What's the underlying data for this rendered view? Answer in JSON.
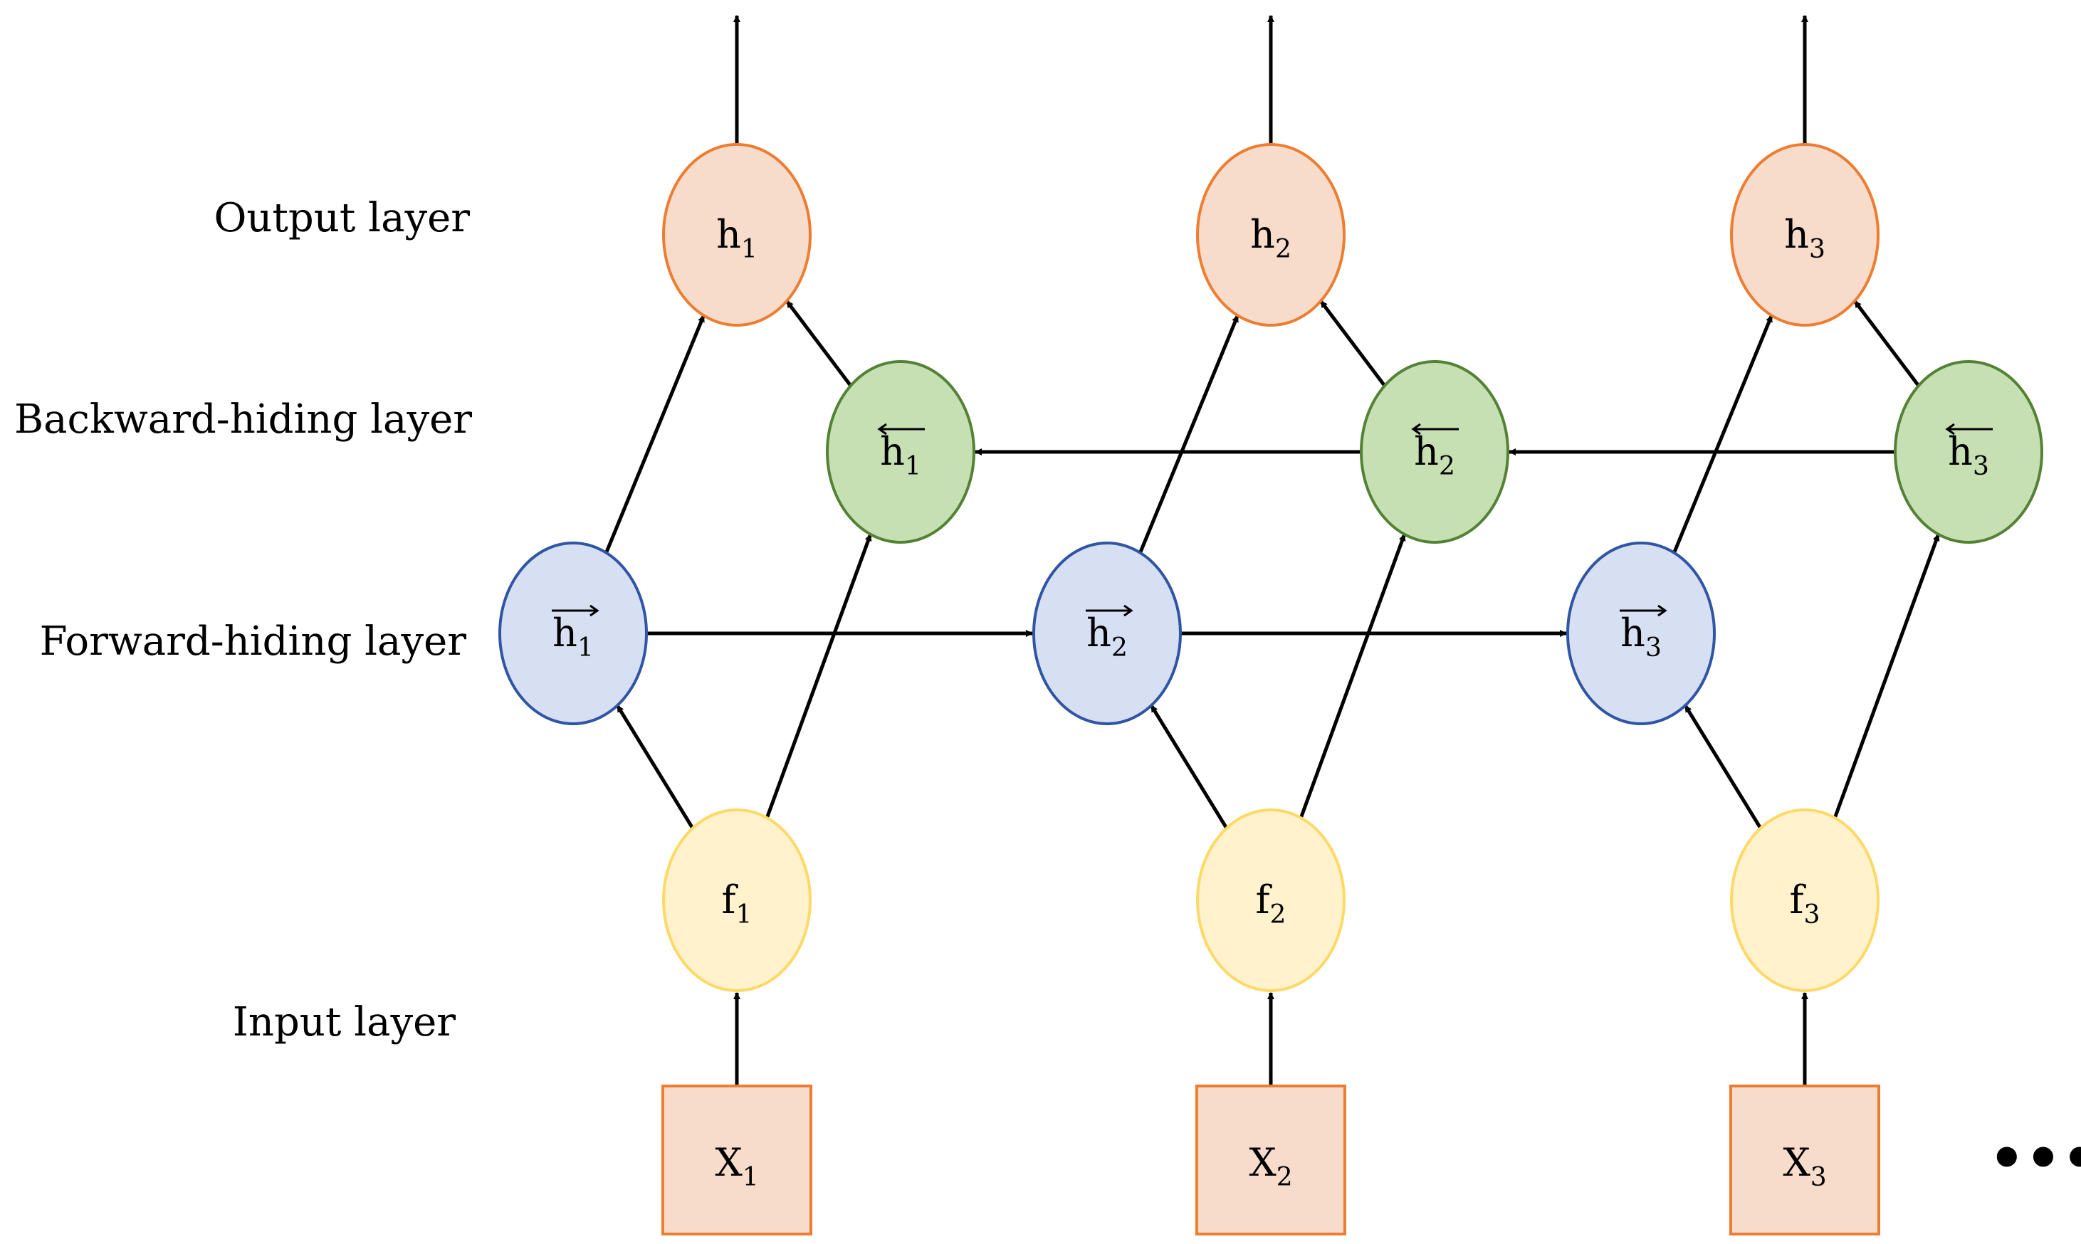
{
  "layers": {
    "output": "Output layer",
    "backward": "Backward-hiding layer",
    "forward": "Forward-hiding layer",
    "input": "Input layer"
  },
  "columns": [
    {
      "input": {
        "base": "X",
        "sub": "1"
      },
      "feature": {
        "base": "f",
        "sub": "1"
      },
      "forward": {
        "base": "h",
        "sub": "1"
      },
      "backward": {
        "base": "h",
        "sub": "1"
      },
      "output": {
        "base": "h",
        "sub": "1"
      }
    },
    {
      "input": {
        "base": "X",
        "sub": "2"
      },
      "feature": {
        "base": "f",
        "sub": "2"
      },
      "forward": {
        "base": "h",
        "sub": "2"
      },
      "backward": {
        "base": "h",
        "sub": "2"
      },
      "output": {
        "base": "h",
        "sub": "2"
      }
    },
    {
      "input": {
        "base": "X",
        "sub": "3"
      },
      "feature": {
        "base": "f",
        "sub": "3"
      },
      "forward": {
        "base": "h",
        "sub": "3"
      },
      "backward": {
        "base": "h",
        "sub": "3"
      },
      "output": {
        "base": "h",
        "sub": "3"
      }
    }
  ],
  "continuation": "•••",
  "colors": {
    "output_fill": "#f8dccb",
    "output_stroke": "#ed7d31",
    "backward_fill": "#c6e0b4",
    "backward_stroke": "#548235",
    "forward_fill": "#d6e0f2",
    "forward_stroke": "#2f55a4",
    "feature_fill": "#fff2cc",
    "feature_stroke": "#ffd966",
    "input_fill": "#f8dccb",
    "input_stroke": "#ed7d31",
    "arrow": "#000000"
  }
}
